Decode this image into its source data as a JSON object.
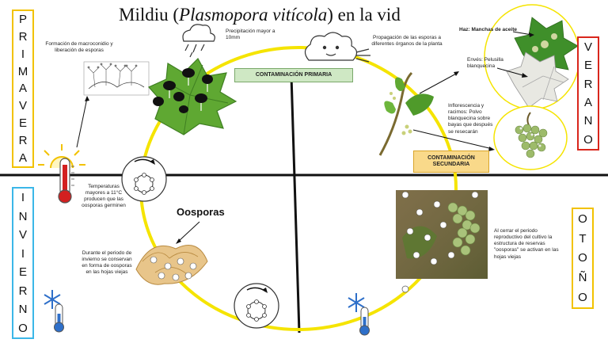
{
  "title": {
    "prefix": "Mildiu (",
    "species": "Plasmopora vitícola",
    "suffix": ") en la vid"
  },
  "seasons": {
    "spring": {
      "letters": [
        "P",
        "R",
        "I",
        "M",
        "A",
        "V",
        "E",
        "R",
        "A"
      ],
      "color": "#f2c200"
    },
    "summer": {
      "letters": [
        "V",
        "E",
        "R",
        "A",
        "N",
        "O"
      ],
      "color": "#d9261c"
    },
    "winter": {
      "letters": [
        "I",
        "N",
        "V",
        "I",
        "E",
        "R",
        "N",
        "O"
      ],
      "color": "#3bb7e8"
    },
    "autumn": {
      "letters": [
        "O",
        "T",
        "O",
        "Ñ",
        "O"
      ],
      "color": "#f2c200"
    }
  },
  "labels": {
    "formation": "Formación de macroconidio y liberación de esporas",
    "precip": "Precipitación mayor a 10mm",
    "propagation": "Propagación de las esporas a diferentes órganos de la planta",
    "primary": "CONTAMINACIÓN PRIMARIA",
    "secondary": "CONTAMINACIÓN SECUNDARIA",
    "haz": "Haz: Manchas de aceite",
    "enves": "Envés: Pelusilla blanquecina",
    "inflorescence": "Inflorescencia y racimos: Polvo blanquecina sobre bayas que después se resecarán",
    "temperature": "Temperaturas mayores a 11°C producen que las oosporas germinen",
    "oosporas": "Oosporas",
    "winter_note": "Durante el periodo de invierno se conservan en forma de oosporas en las hojas viejas",
    "autumn_note": "Al cerrar el periodo reproductivo del cultivo la estructura de reservas \"oosporas\" se activan en las hojas viejas"
  },
  "colors": {
    "cycle": "#f5e400",
    "primary_bg": "#cfe8c4",
    "secondary_bg": "#f9d98a",
    "leaf": "#5fa832",
    "leaf_dark": "#3f7f22",
    "thermo": "#d32020",
    "snow": "#2e6fc9"
  },
  "icons": [
    "cloud-rain-icon",
    "wind-cloud-icon",
    "sun-icon",
    "thermometer-icon",
    "snowflake-icon",
    "germination-cycle-icon"
  ]
}
